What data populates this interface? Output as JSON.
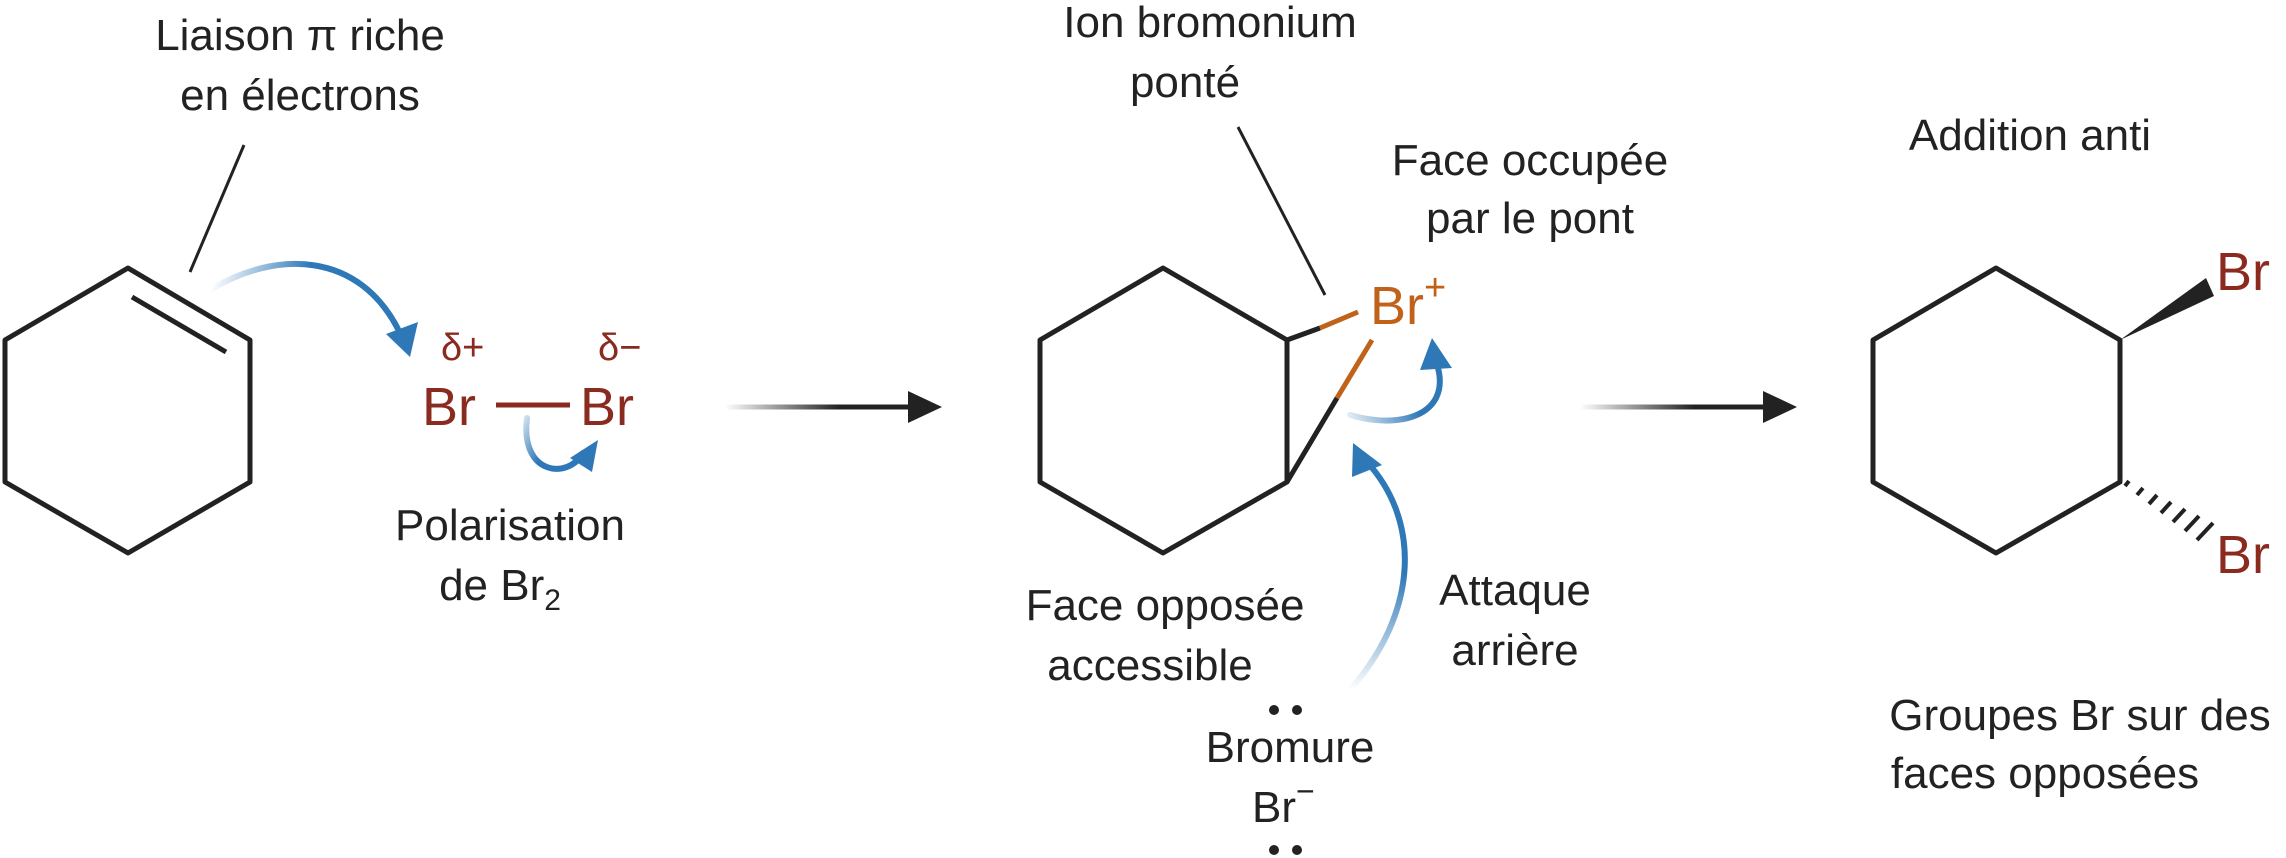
{
  "colors": {
    "ink": "#222222",
    "bromine": "#8b2a1e",
    "bromonium": "#c1621b",
    "arrow_blue": "#2f78b7"
  },
  "labels": {
    "pi_bond_line1": "Liaison π riche",
    "pi_bond_line2": "en électrons",
    "delta_plus": "δ+",
    "delta_minus": "δ−",
    "br_left": "Br",
    "br_right": "Br",
    "polarisation_line1": "Polarisation",
    "polarisation_line2_prefix": "de Br",
    "polarisation_line2_subscript": "2",
    "bromonium_line1": "Ion bromonium",
    "bromonium_line2": "ponté",
    "bridge_face_line1": "Face occupée",
    "bridge_face_line2": "par le pont",
    "bromonium_atom": "Br",
    "bromonium_charge": "+",
    "opposite_face_line1": "Face opposée",
    "opposite_face_line2": "accessible",
    "back_attack_line1": "Attaque",
    "back_attack_line2": "arrière",
    "bromide_line1": "Bromure",
    "bromide_atom": "Br",
    "bromide_charge": "−",
    "anti_addition": "Addition anti",
    "product_br_top": "Br",
    "product_br_bottom": "Br",
    "result_line1": "Groupes Br sur des",
    "result_line2": "faces opposées"
  }
}
